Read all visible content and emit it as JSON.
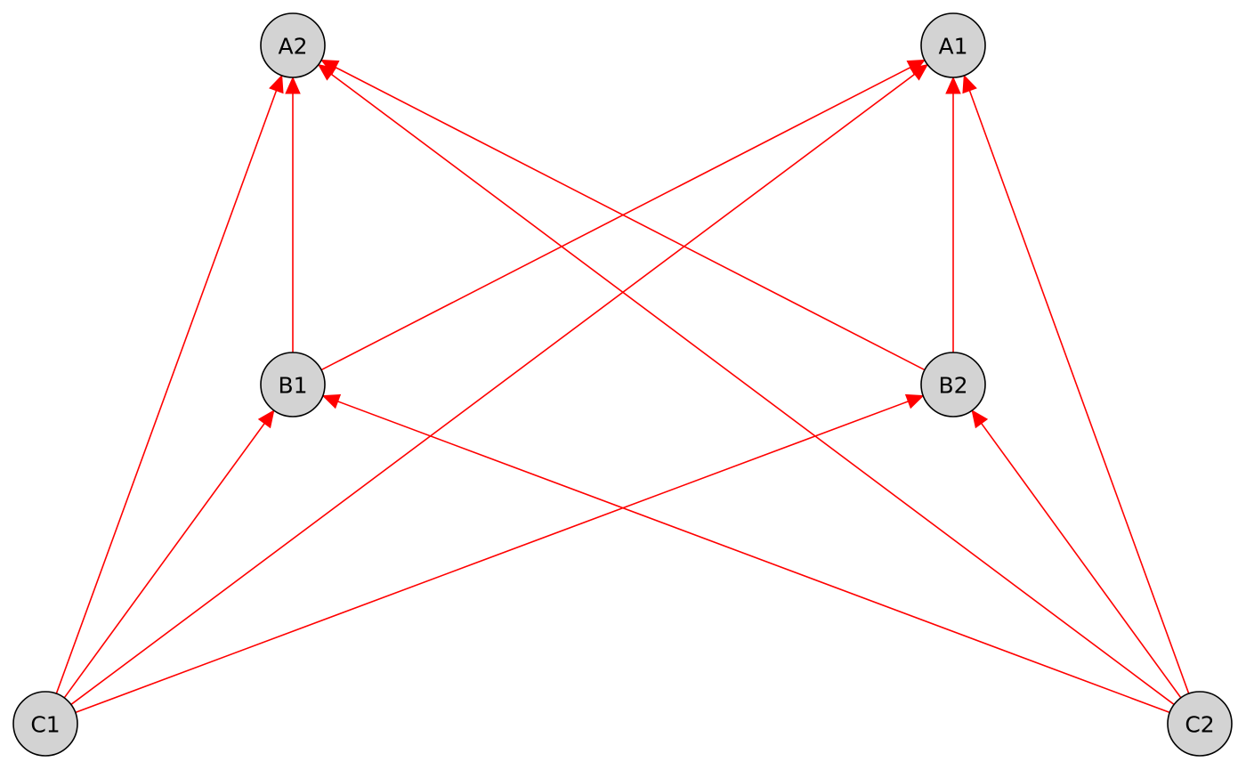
{
  "diagram": {
    "edge_color": "#ff0000",
    "node_fill": "#d3d3d3",
    "nodes": [
      {
        "id": "A2",
        "label": "A2"
      },
      {
        "id": "A1",
        "label": "A1"
      },
      {
        "id": "B1",
        "label": "B1"
      },
      {
        "id": "B2",
        "label": "B2"
      },
      {
        "id": "C1",
        "label": "C1"
      },
      {
        "id": "C2",
        "label": "C2"
      }
    ],
    "edges": [
      {
        "from": "B1",
        "to": "A2"
      },
      {
        "from": "B1",
        "to": "A1"
      },
      {
        "from": "B2",
        "to": "A1"
      },
      {
        "from": "B2",
        "to": "A2"
      },
      {
        "from": "C1",
        "to": "A2"
      },
      {
        "from": "C1",
        "to": "B1"
      },
      {
        "from": "C1",
        "to": "A1"
      },
      {
        "from": "C1",
        "to": "B2"
      },
      {
        "from": "C2",
        "to": "A1"
      },
      {
        "from": "C2",
        "to": "B2"
      },
      {
        "from": "C2",
        "to": "A2"
      },
      {
        "from": "C2",
        "to": "B1"
      }
    ]
  }
}
